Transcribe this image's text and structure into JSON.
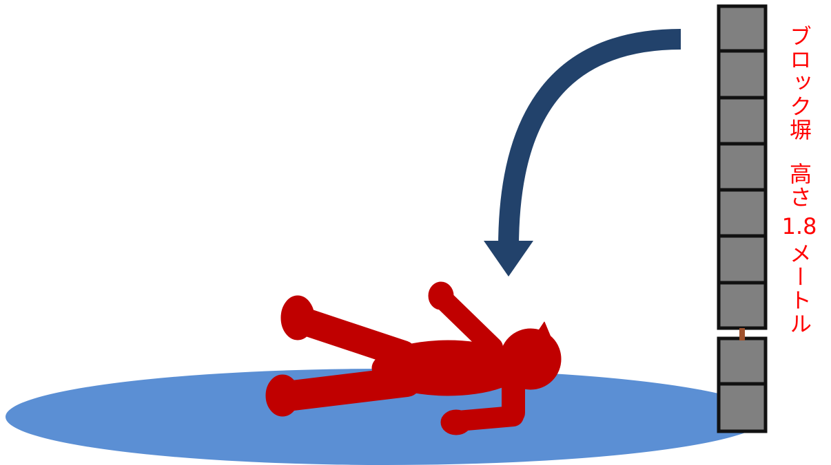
{
  "caption": {
    "part1": "ブロック塀",
    "part2": "高さ",
    "number": "1.8",
    "part3": "メートル"
  },
  "colors": {
    "label": "#ff0000",
    "person": "#c00000",
    "shadow": "#5b8fd4",
    "arrow": "#22426b",
    "block": "#808080",
    "block_edge": "#111111",
    "crack": "#a0522d"
  },
  "wall": {
    "upper_block_count": 7,
    "lower_block_count": 2
  }
}
